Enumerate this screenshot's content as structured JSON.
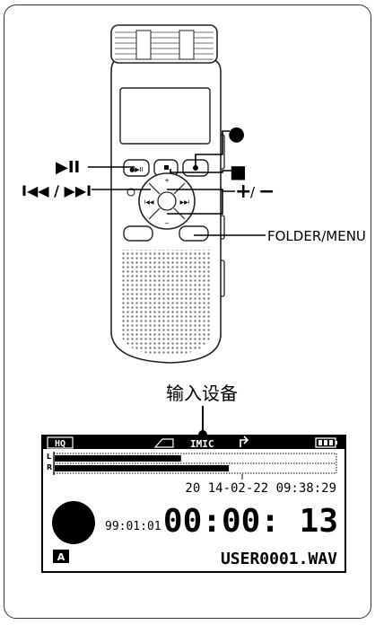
{
  "device_labels": {
    "play_pause": "▶II",
    "record": "●",
    "stop": "■",
    "plus_minus_plus": "+",
    "plus_minus_sep": "/",
    "plus_minus_minus": "−",
    "skip": "I◀◀ / ▶▶I",
    "folder_menu": "FOLDER/MENU"
  },
  "callout": {
    "input_device": "输入设备"
  },
  "lcd": {
    "quality": "HQ",
    "input": "IMIC",
    "channel_l": "L",
    "channel_r": "R",
    "date_time": "20 14-02-22 09:38:29",
    "remaining": "99:01:01",
    "counter": "00:00: 13",
    "filename": "USER0001.WAV",
    "folder_badge": "A",
    "level_l": 0.45,
    "level_r": 0.62
  }
}
